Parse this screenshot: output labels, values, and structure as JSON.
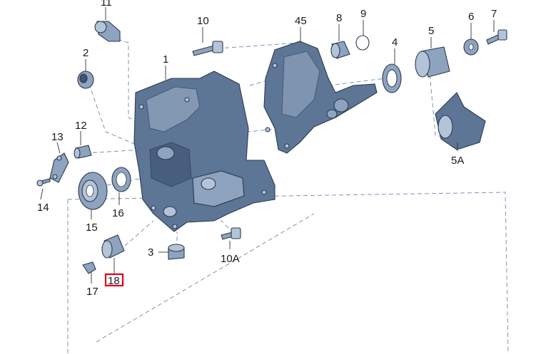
{
  "diagram": {
    "callouts": {
      "c11": "11",
      "c10": "10",
      "c45": "45",
      "c8": "8",
      "c9": "9",
      "c6": "6",
      "c7": "7",
      "c2": "2",
      "c1": "1",
      "c4": "4",
      "c5": "5",
      "c13": "13",
      "c12": "12",
      "c5a": "5A",
      "c14": "14",
      "c16": "16",
      "c15": "15",
      "c3": "3",
      "c10a": "10A",
      "c17": "17",
      "c18": "18"
    },
    "highlighted_callout": "18",
    "colors": {
      "part_blue": "#5d7696",
      "highlight_red": "#e0001b",
      "dashed_line": "#7f93b6"
    }
  }
}
